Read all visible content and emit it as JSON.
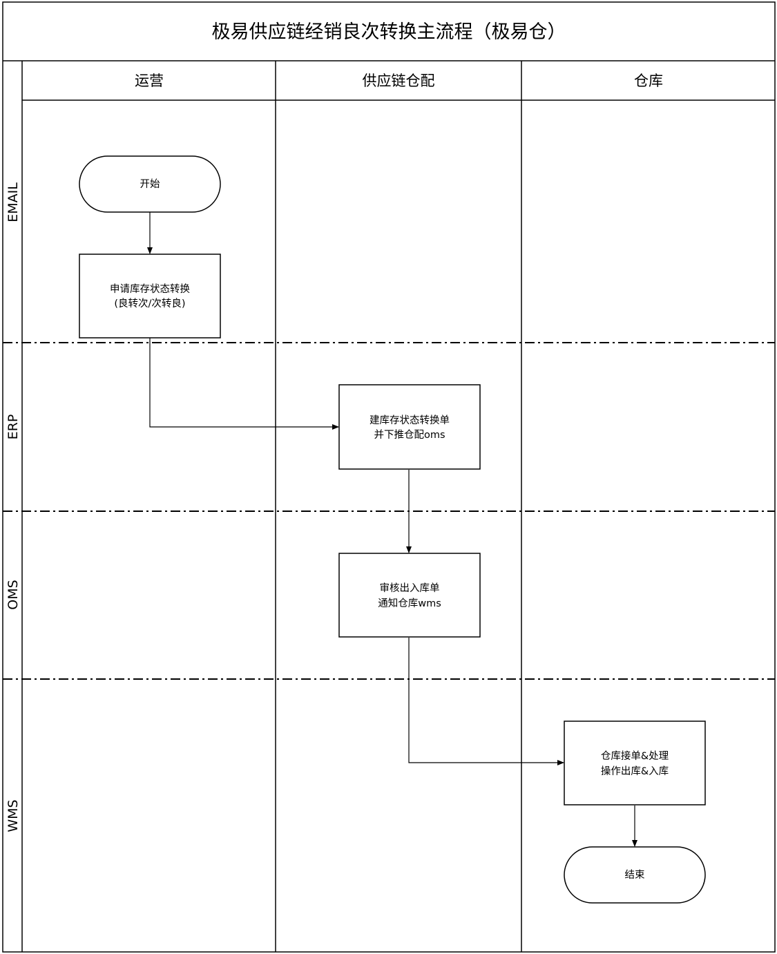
{
  "title": "极易供应链经销良次转换主流程（极易仓）",
  "columns": [
    {
      "key": "ops",
      "label": "运营"
    },
    {
      "key": "scm",
      "label": "供应链仓配"
    },
    {
      "key": "wh",
      "label": "仓库"
    }
  ],
  "lanes": [
    {
      "key": "email",
      "label": "EMAIL"
    },
    {
      "key": "erp",
      "label": "ERP"
    },
    {
      "key": "oms",
      "label": "OMS"
    },
    {
      "key": "wms",
      "label": "WMS"
    }
  ],
  "nodes": {
    "start": {
      "lines": [
        "开始"
      ]
    },
    "apply": {
      "lines": [
        "申请库存状态转换",
        "(良转次/次转良)"
      ]
    },
    "create_order": {
      "lines": [
        "建库存状态转换单",
        "并下推仓配oms"
      ]
    },
    "review_order": {
      "lines": [
        "审核出入库单",
        "通知仓库wms"
      ]
    },
    "warehouse_process": {
      "lines": [
        "仓库接单&处理",
        "操作出库&入库"
      ]
    },
    "end": {
      "lines": [
        "结束"
      ]
    }
  },
  "edges": [
    {
      "from": "start",
      "to": "apply"
    },
    {
      "from": "apply",
      "to": "create_order"
    },
    {
      "from": "create_order",
      "to": "review_order"
    },
    {
      "from": "review_order",
      "to": "warehouse_process"
    },
    {
      "from": "warehouse_process",
      "to": "end"
    }
  ],
  "colors": {
    "line": "#000000",
    "background": "#ffffff"
  }
}
